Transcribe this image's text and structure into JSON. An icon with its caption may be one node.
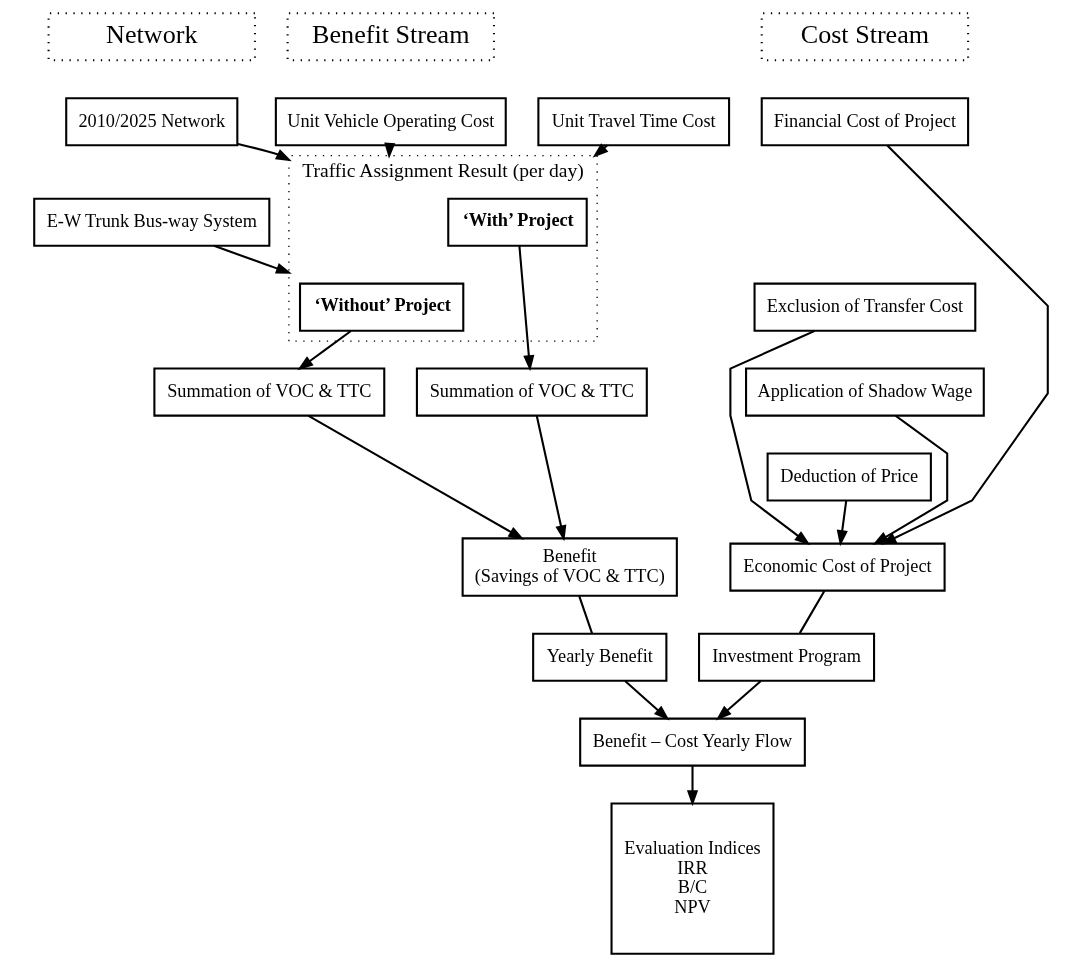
{
  "diagram": {
    "nodes": [
      {
        "text": [
          "Network"
        ]
      },
      {
        "text": [
          "Benefit Stream"
        ]
      },
      {
        "text": [
          "Cost Stream"
        ]
      },
      {
        "text": [
          "2010/2025 Network"
        ]
      },
      {
        "text": [
          "E-W Trunk Bus-way System"
        ]
      },
      {
        "text": [
          "Unit Vehicle Operating Cost"
        ]
      },
      {
        "text": [
          "Unit Travel Time Cost"
        ]
      },
      {
        "text": [
          "Financial Cost of Project"
        ]
      },
      {
        "text": [
          "Traffic Assignment Result (per day)"
        ]
      },
      {
        "text": [
          "‘Without’ Project"
        ],
        "in": 8
      },
      {
        "text": [
          "‘With’ Project"
        ],
        "in": 8
      },
      {
        "text": [
          "Exclusion of Transfer Cost"
        ]
      },
      {
        "text": [
          "Application of Shadow Wage"
        ]
      },
      {
        "text": [
          "Summation of VOC & TTC"
        ]
      },
      {
        "text": [
          "Summation of VOC & TTC"
        ]
      },
      {
        "text": [
          "Deduction of Price"
        ]
      },
      {
        "text": [
          "Benefit",
          "(Savings of VOC & TTC)"
        ]
      },
      {
        "text": [
          "Economic Cost of Project"
        ]
      },
      {
        "text": [
          "Yearly Benefit"
        ]
      },
      {
        "text": [
          "Investment Program"
        ]
      },
      {
        "text": [
          "Benefit – Cost Yearly Flow"
        ]
      },
      {
        "text": [
          "Evaluation Indices",
          "IRR",
          "B/C",
          "NPV"
        ]
      }
    ],
    "edges": [
      {
        "from": 3,
        "to": 8,
        "arrow": "to"
      },
      {
        "from": 4,
        "to": 8,
        "arrow": "to"
      },
      {
        "from": 5,
        "to": 8,
        "arrow": "to"
      },
      {
        "from": 6,
        "to": 8,
        "arrow": "to"
      },
      {
        "from": 9,
        "to": 13,
        "arrow": "to"
      },
      {
        "from": 10,
        "to": 14,
        "arrow": "to"
      },
      {
        "from": 13,
        "to": 16,
        "arrow": "to"
      },
      {
        "from": 14,
        "to": 16,
        "arrow": "to"
      },
      {
        "from": 7,
        "to": 17,
        "arrow": "to"
      },
      {
        "from": 11,
        "to": 17,
        "arrow": "to"
      },
      {
        "from": 12,
        "to": 17,
        "arrow": "to"
      },
      {
        "from": 15,
        "to": 17,
        "arrow": "to"
      },
      {
        "from": 16,
        "to": 18,
        "arrow": "none"
      },
      {
        "from": 17,
        "to": 19,
        "arrow": "none"
      },
      {
        "from": 18,
        "to": 20,
        "arrow": "to"
      },
      {
        "from": 19,
        "to": 20,
        "arrow": "to"
      },
      {
        "from": 20,
        "to": 21,
        "arrow": "to"
      }
    ]
  }
}
